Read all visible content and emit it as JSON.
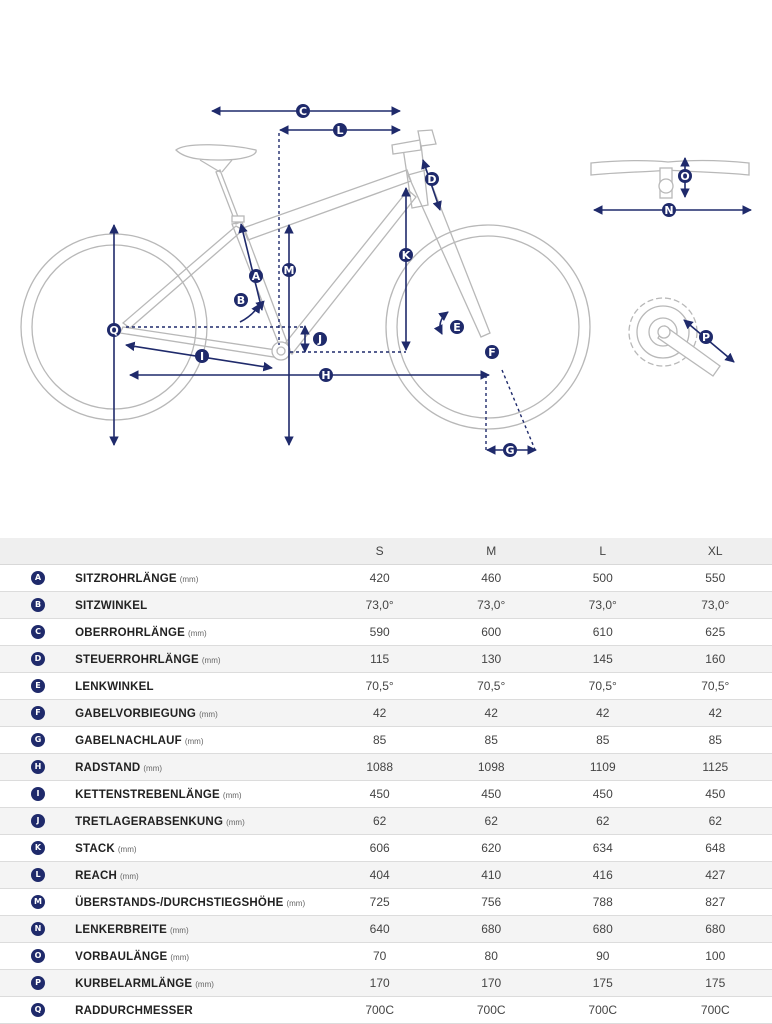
{
  "diagram": {
    "labels": [
      "A",
      "B",
      "C",
      "D",
      "E",
      "F",
      "G",
      "H",
      "I",
      "J",
      "K",
      "L",
      "M",
      "N",
      "O",
      "P",
      "Q"
    ]
  },
  "table": {
    "sizes": [
      "S",
      "M",
      "L",
      "XL"
    ],
    "rows": [
      {
        "key": "A",
        "name": "SITZROHRLÄNGE",
        "unit": "(mm)",
        "values": [
          "420",
          "460",
          "500",
          "550"
        ]
      },
      {
        "key": "B",
        "name": "SITZWINKEL",
        "unit": "",
        "values": [
          "73,0°",
          "73,0°",
          "73,0°",
          "73,0°"
        ]
      },
      {
        "key": "C",
        "name": "OBERROHRLÄNGE",
        "unit": "(mm)",
        "values": [
          "590",
          "600",
          "610",
          "625"
        ]
      },
      {
        "key": "D",
        "name": "STEUERROHRLÄNGE",
        "unit": "(mm)",
        "values": [
          "115",
          "130",
          "145",
          "160"
        ]
      },
      {
        "key": "E",
        "name": "LENKWINKEL",
        "unit": "",
        "values": [
          "70,5°",
          "70,5°",
          "70,5°",
          "70,5°"
        ]
      },
      {
        "key": "F",
        "name": "GABELVORBIEGUNG",
        "unit": "(mm)",
        "values": [
          "42",
          "42",
          "42",
          "42"
        ]
      },
      {
        "key": "G",
        "name": "GABELNACHLAUF",
        "unit": "(mm)",
        "values": [
          "85",
          "85",
          "85",
          "85"
        ]
      },
      {
        "key": "H",
        "name": "RADSTAND",
        "unit": "(mm)",
        "values": [
          "1088",
          "1098",
          "1109",
          "1125"
        ]
      },
      {
        "key": "I",
        "name": "KETTENSTREBENLÄNGE",
        "unit": "(mm)",
        "values": [
          "450",
          "450",
          "450",
          "450"
        ]
      },
      {
        "key": "J",
        "name": "TRETLAGERABSENKUNG",
        "unit": "(mm)",
        "values": [
          "62",
          "62",
          "62",
          "62"
        ]
      },
      {
        "key": "K",
        "name": "STACK",
        "unit": "(mm)",
        "values": [
          "606",
          "620",
          "634",
          "648"
        ]
      },
      {
        "key": "L",
        "name": "REACH",
        "unit": "(mm)",
        "values": [
          "404",
          "410",
          "416",
          "427"
        ]
      },
      {
        "key": "M",
        "name": "ÜBERSTANDS-/DURCHSTIEGSHÖHE",
        "unit": "(mm)",
        "values": [
          "725",
          "756",
          "788",
          "827"
        ]
      },
      {
        "key": "N",
        "name": "LENKERBREITE",
        "unit": "(mm)",
        "values": [
          "640",
          "680",
          "680",
          "680"
        ]
      },
      {
        "key": "O",
        "name": "VORBAULÄNGE",
        "unit": "(mm)",
        "values": [
          "70",
          "80",
          "90",
          "100"
        ]
      },
      {
        "key": "P",
        "name": "KURBELARMLÄNGE",
        "unit": "(mm)",
        "values": [
          "170",
          "170",
          "175",
          "175"
        ]
      },
      {
        "key": "Q",
        "name": "RADDURCHMESSER",
        "unit": "",
        "values": [
          "700C",
          "700C",
          "700C",
          "700C"
        ]
      }
    ]
  }
}
